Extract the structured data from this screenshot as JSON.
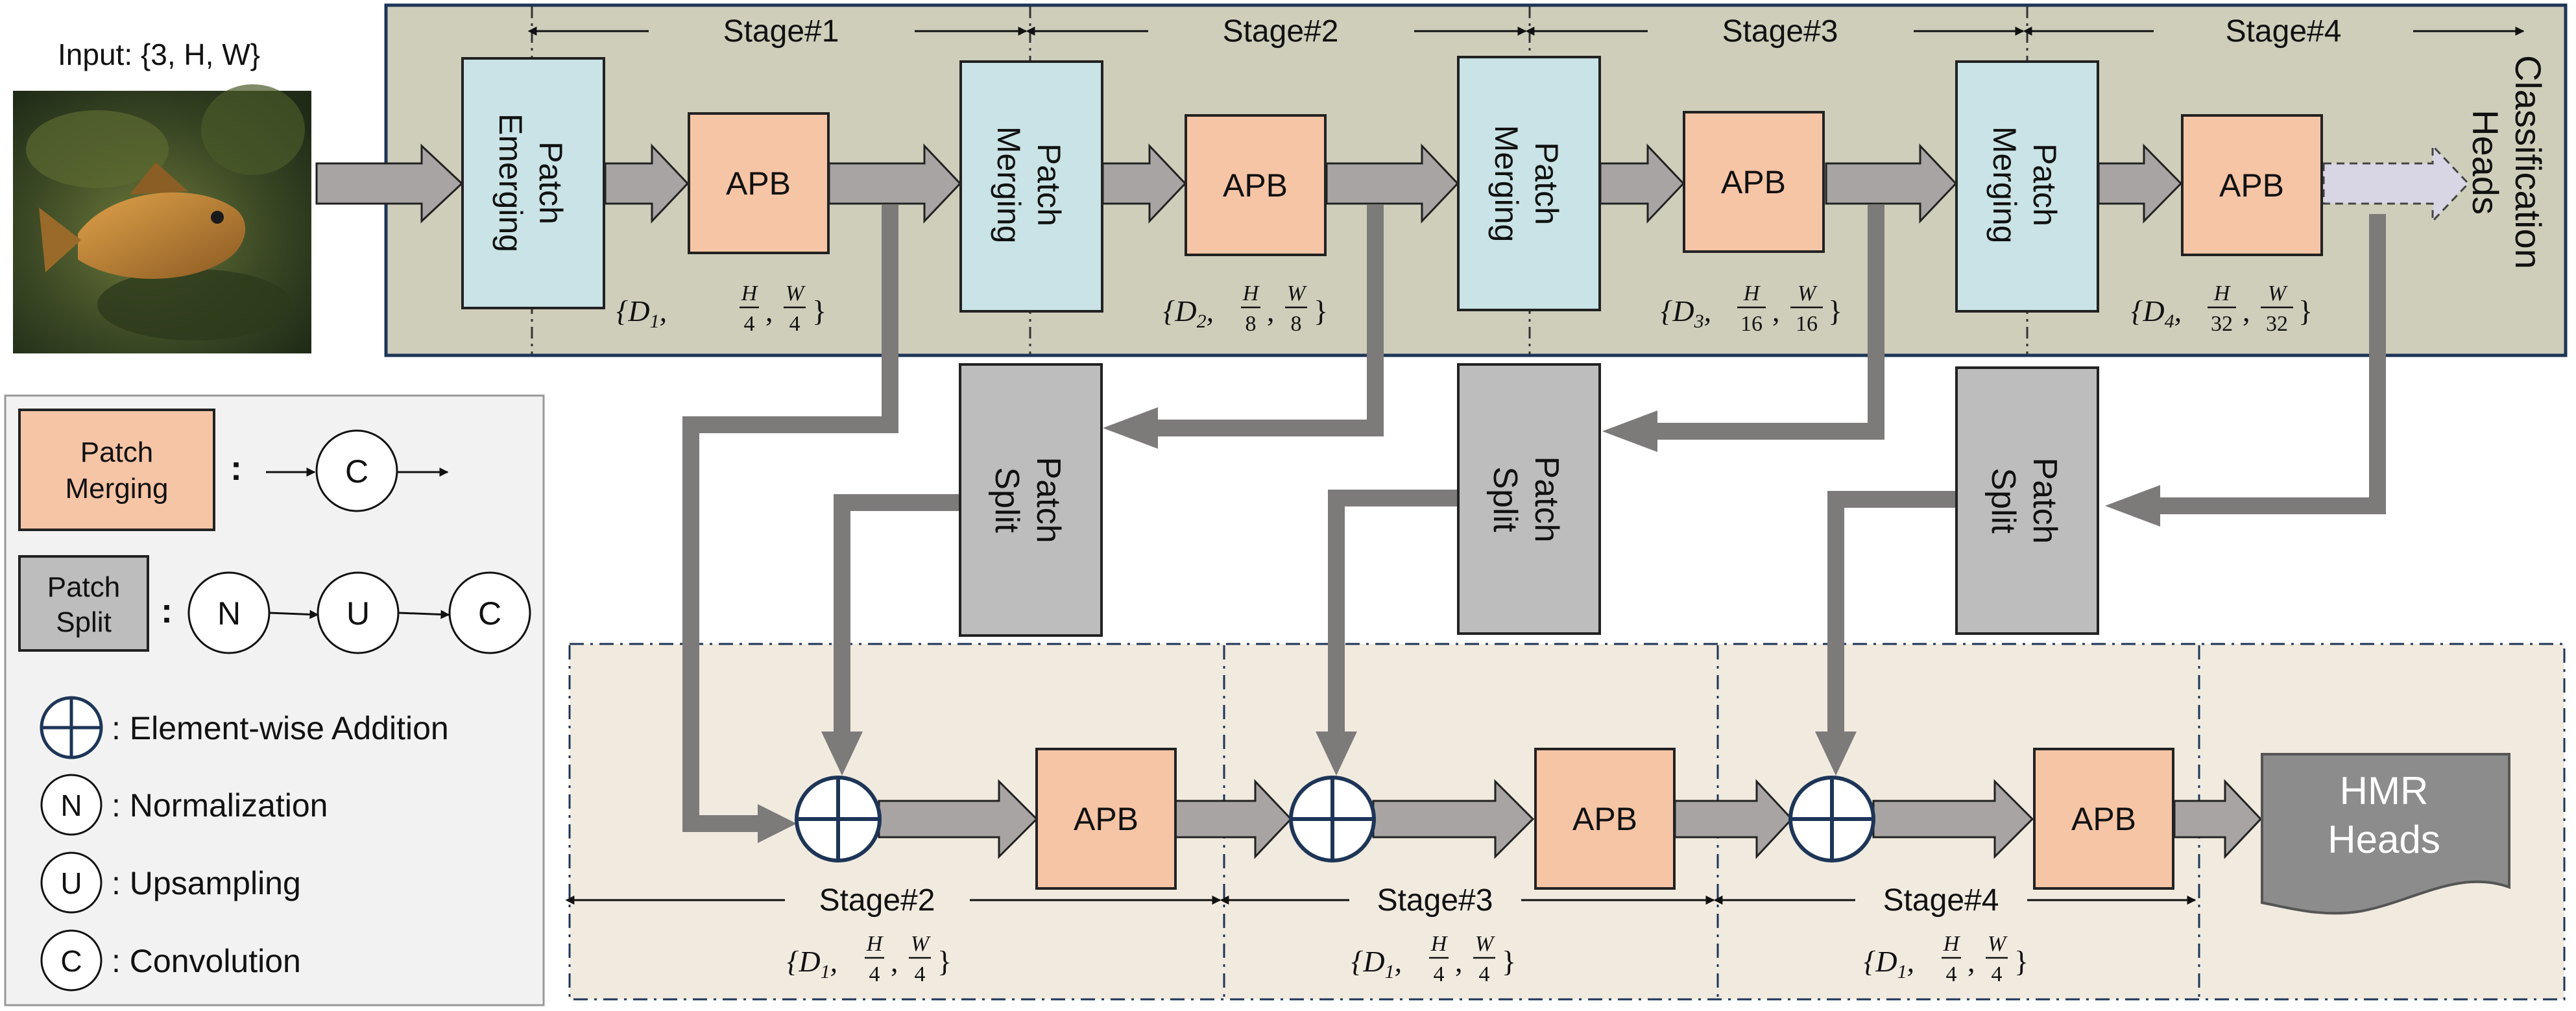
{
  "input": {
    "label": "Input: {3, H, W}",
    "image_desc": "fish photo"
  },
  "encoder": {
    "stages": [
      "Stage#1",
      "Stage#2",
      "Stage#3",
      "Stage#4"
    ],
    "emerging_label_1": "Patch",
    "emerging_label_2": "Emerging",
    "merging_label_1": "Patch",
    "merging_label_2": "Merging",
    "apb_label": "APB",
    "classification_1": "Classification",
    "classification_2": "Heads",
    "dims": [
      {
        "d": "D",
        "sub": "1",
        "h": "H",
        "hd": "4",
        "w": "W",
        "wd": "4"
      },
      {
        "d": "D",
        "sub": "2",
        "h": "H",
        "hd": "8",
        "w": "W",
        "wd": "8"
      },
      {
        "d": "D",
        "sub": "3",
        "h": "H",
        "hd": "16",
        "w": "W",
        "wd": "16"
      },
      {
        "d": "D",
        "sub": "4",
        "h": "H",
        "hd": "32",
        "w": "W",
        "wd": "32"
      }
    ]
  },
  "split": {
    "label_1": "Patch",
    "label_2": "Split"
  },
  "decoder": {
    "stages": [
      "Stage#2",
      "Stage#3",
      "Stage#4"
    ],
    "apb_label": "APB",
    "hmr_1": "HMR",
    "hmr_2": "Heads",
    "dims": [
      {
        "d": "D",
        "sub": "1",
        "h": "H",
        "hd": "4",
        "w": "W",
        "wd": "4"
      },
      {
        "d": "D",
        "sub": "1",
        "h": "H",
        "hd": "4",
        "w": "W",
        "wd": "4"
      },
      {
        "d": "D",
        "sub": "1",
        "h": "H",
        "hd": "4",
        "w": "W",
        "wd": "4"
      }
    ]
  },
  "legend": {
    "patch_merging_1": "Patch",
    "patch_merging_2": "Merging",
    "patch_split_1": "Patch",
    "patch_split_2": "Split",
    "colon": ":",
    "c": "C",
    "n": "N",
    "u": "U",
    "items": [
      {
        "symbol": "",
        "text": ": Element-wise Addition"
      },
      {
        "symbol": "N",
        "text": ": Normalization"
      },
      {
        "symbol": "U",
        "text": ": Upsampling"
      },
      {
        "symbol": "C",
        "text": ": Convolution"
      }
    ]
  },
  "colors": {
    "encoder_bg": "#cfcebb",
    "decoder_bg": "#f1eadf",
    "merging_fill": "#c9e3e6",
    "apb_fill": "#f6c5a6",
    "split_fill": "#bdbdbd",
    "arrow_fill": "#a9a4a4",
    "legend_bg": "#f2f2f2",
    "navy": "#1d3557"
  }
}
